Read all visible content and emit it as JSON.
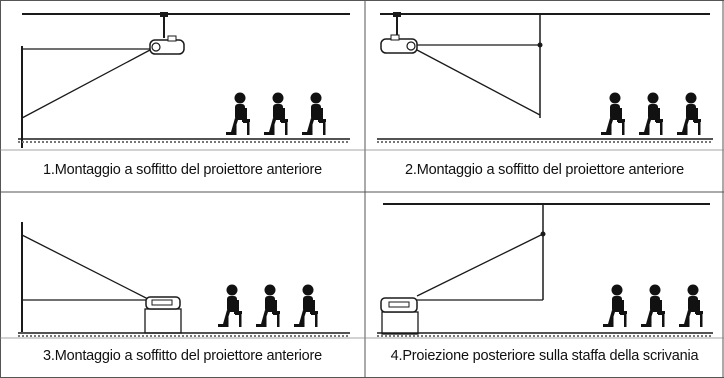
{
  "panels": [
    {
      "caption": "1.Montaggio a soffitto del proiettore anteriore"
    },
    {
      "caption": "2.Montaggio a soffitto del proiettore anteriore"
    },
    {
      "caption": "3.Montaggio a soffitto del proiettore anteriore"
    },
    {
      "caption": "4.Proiezione posteriore sulla staffa della scrivania"
    }
  ],
  "colors": {
    "line": "#1a1a1a",
    "border": "#555555",
    "hatch": "#777777",
    "background": "#ffffff"
  }
}
